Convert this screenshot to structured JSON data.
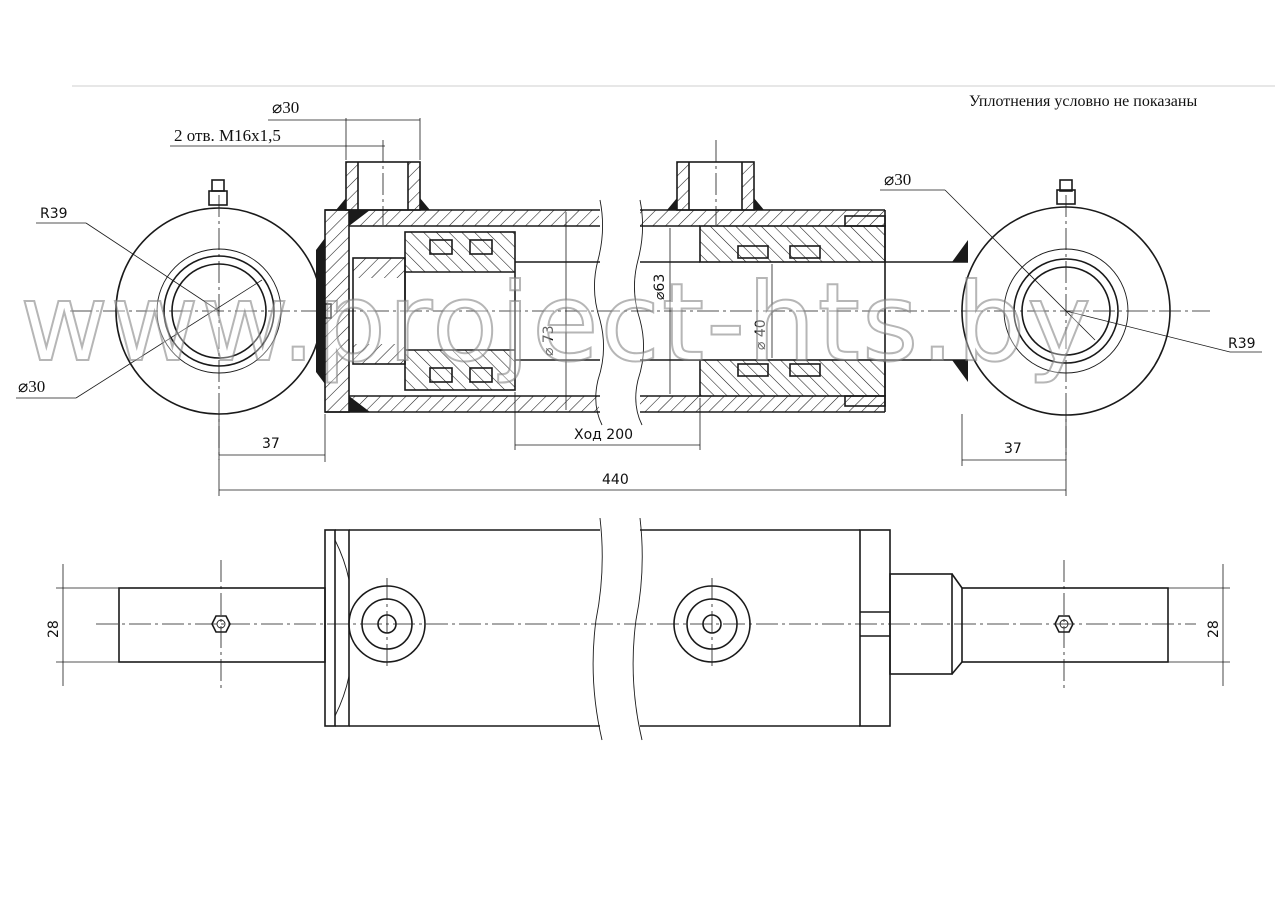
{
  "note": "Уплотнения условно не показаны",
  "watermark": "www.project-hts.by",
  "labels": {
    "port_diameter": "⌀30",
    "ports_thread": "2 отв. M16х1,5",
    "eye_radius_left": "R39",
    "eye_radius_right": "R39",
    "pin_diameter_left": "⌀30",
    "pin_diameter_right": "⌀30",
    "bore": "⌀ 73",
    "tube": "⌀63",
    "rod": "⌀ 40",
    "eye_offset_left": "37",
    "eye_offset_right": "37",
    "stroke": "Ход  200",
    "overall_length": "440",
    "eye_width_left": "28",
    "eye_width_right": "28"
  }
}
